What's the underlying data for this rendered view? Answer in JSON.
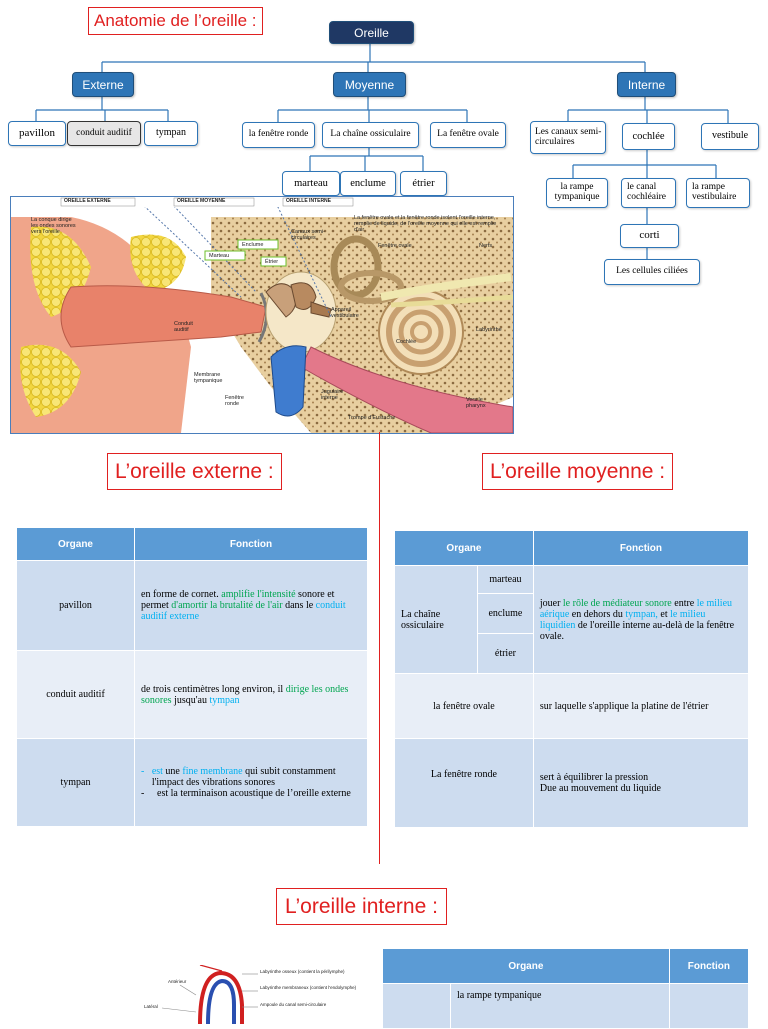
{
  "titles": {
    "main": "Anatomie de l’oreille :",
    "externe": "L’oreille externe :",
    "moyenne": "L’oreille moyenne :",
    "interne": "L’oreille interne :"
  },
  "tree": {
    "root": "Oreille",
    "externe": "Externe",
    "moyenne": "Moyenne",
    "interne": "Interne",
    "pavillon": "pavillon",
    "conduit": "conduit auditif",
    "tympan": "tympan",
    "fenetre_ronde": "la fenêtre ronde",
    "chaine": "La chaîne ossiculaire",
    "fenetre_ovale": "La fenêtre ovale",
    "marteau": "marteau",
    "enclume": "enclume",
    "etrier": "étrier",
    "canaux": "Les canaux semi-circulaires",
    "cochlee": "cochlée",
    "vestibule": "vestibule",
    "rampe_tymp": "la rampe tympanique",
    "canal_coch": "le canal cochléaire",
    "rampe_vest": "la rampe vestibulaire",
    "corti": "corti",
    "cellules": "Les cellules ciliées"
  },
  "figure1": {
    "hdr_ext": "OREILLE EXTERNE",
    "hdr_moy": "OREILLE MOYENNE",
    "hdr_int": "OREILLE INTERNE",
    "conque": "La conque dirige les ondes sonores vers l'oreille",
    "fenetres_note": "La fenêtre ovale et la fenêtre ronde isolent l'oreille interne, remplie de liquide, de l'oreille moyenne qui elle est remplie d'air",
    "enclume": "Enclume",
    "marteau": "Marteau",
    "etrier": "Étrier",
    "canaux": "Canaux semi-circulaires",
    "fenetre_ovale": "Fenêtre ovale",
    "nerfs": "Nerfs",
    "appareil": "Appareil vestibulaire",
    "conduit": "Conduit auditif",
    "cochlee": "Cochlée",
    "labyrinthe": "Labyrinthe",
    "membrane": "Membrane tympanique",
    "fenetre_ronde": "Fenêtre ronde",
    "jugulaire": "Jugulaire interne",
    "vers_pharynx": "Vers le pharynx",
    "trompe": "Trompe d'Eustache"
  },
  "table_externe": {
    "headers": [
      "Organe",
      "Fonction"
    ],
    "pavillon": {
      "organ": "pavillon",
      "f1": "en forme de cornet. ",
      "f2": "amplifie l'intensité",
      "f3": " sonore et permet ",
      "f4": "d'amortir la brutalité de l'air",
      "f5": " dans le ",
      "f6": "conduit auditif externe"
    },
    "conduit": {
      "organ": "conduit auditif",
      "f1": "de trois centimètres long environ, il ",
      "f2": "dirige les ondes sonores",
      "f3": " jusqu'au ",
      "f4": "tympan"
    },
    "tympan": {
      "organ": "tympan",
      "b1a": "est",
      "b1b": " une ",
      "b1c": "fine membrane",
      "b1d": " qui subit constamment l'impact des vibrations sonores",
      "b2": "est la terminaison acoustique de l’oreille externe"
    }
  },
  "table_moyenne": {
    "headers": [
      "Organe",
      "Fonction"
    ],
    "chaine": "La chaîne ossiculaire",
    "marteau": "marteau",
    "enclume": "enclume",
    "etrier": "étrier",
    "chaine_f": {
      "f1": "jouer ",
      "f2": "le rôle de médiateur sonore",
      "f3": " entre ",
      "f4": "le milieu aérique",
      "f5": " en dehors du ",
      "f6": "tympan,",
      "f7": " et ",
      "f8": "le milieu liquidien",
      "f9": " de l'oreille interne au-delà de la fenêtre ovale."
    },
    "ovale": "la fenêtre ovale",
    "ovale_f": "sur laquelle s'applique la platine de l'étrier",
    "ronde": "La fenêtre ronde",
    "ronde_f1": "sert à équilibrer la pression",
    "ronde_f2": "Due au mouvement du liquide"
  },
  "table_interne": {
    "headers": [
      "Organe",
      "Fonction"
    ],
    "rampe": "la rampe tympanique"
  },
  "figure2": {
    "l1": "Labyrinthe osseux (contient la périlymphe)",
    "l2": "Labyrinthe membraneux (contient l'endolymphe)",
    "l3": "Ampoule du canal semi-circulaire",
    "l4": "Antérieur",
    "l5": "Latéral"
  },
  "colors": {
    "title_red": "#e02020",
    "node_blue": "#2e75b6",
    "header_blue": "#5b9bd5",
    "green_text": "#00a550",
    "cyan_text": "#00b0f0"
  }
}
